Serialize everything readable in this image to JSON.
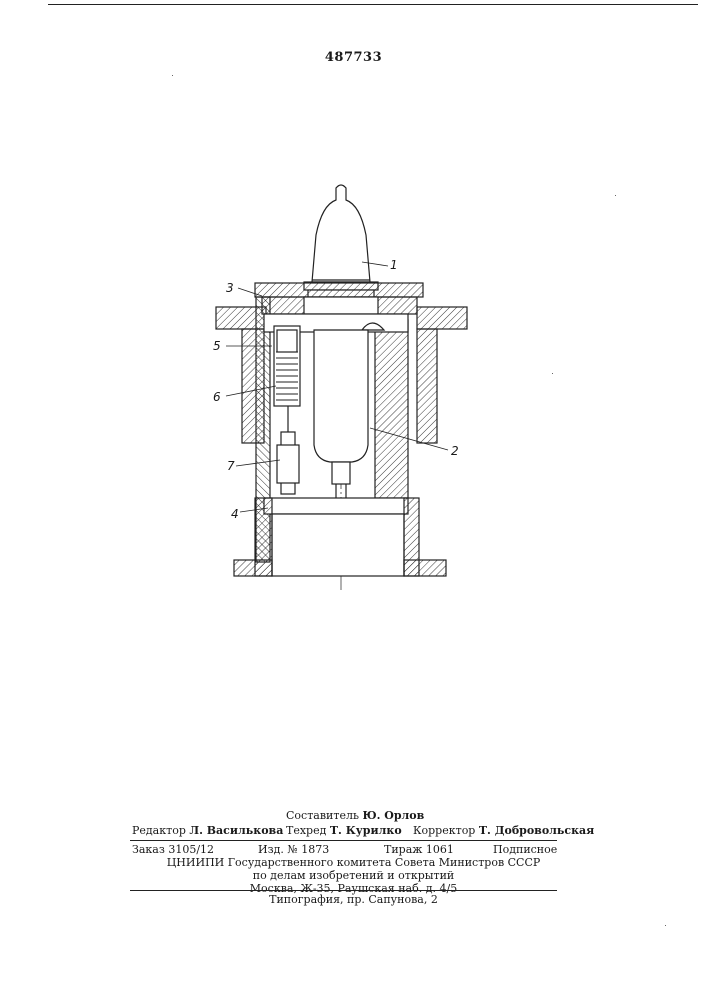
{
  "patent_number": "487733",
  "figure_labels": {
    "l1": "1",
    "l2": "2",
    "l3": "3",
    "l4": "4",
    "l5": "5",
    "l6": "6",
    "l7": "7"
  },
  "imprint": {
    "compiler_label": "Составитель",
    "compiler_name": "Ю. Орлов",
    "editor_label": "Редактор",
    "editor_name": "Л. Василькова",
    "techred_label": "Техред",
    "techred_name": "Т. Курилко",
    "corrector_label": "Корректор",
    "corrector_name": "Т. Добровольская",
    "order": "Заказ 3105/12",
    "edition": "Изд. № 1873",
    "circulation": "Тираж 1061",
    "subscription": "Подписное",
    "org_line1": "ЦНИИПИ Государственного комитета Совета Министров СССР",
    "org_line2": "по делам изобретений и открытий",
    "org_line3": "Москва, Ж-35, Раушская наб. д. 4/5",
    "printer": "Типография, пр. Сапунова, 2"
  }
}
